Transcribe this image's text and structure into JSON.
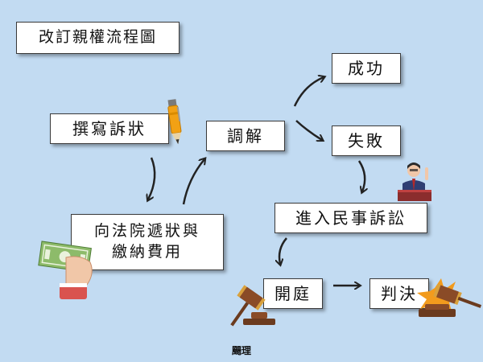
{
  "title": "改訂親權流程圖",
  "nodes": {
    "draft": "撰寫訴狀",
    "mediate": "調解",
    "success": "成功",
    "fail": "失敗",
    "civil": "進入民事訴訟",
    "submit_line1": "向法院遞狀與",
    "submit_line2": "繳納費用",
    "court": "開庭",
    "judgment": "判決"
  },
  "footer": "颺理",
  "colors": {
    "background": "#c2dbf2",
    "box": "#ffffff",
    "arrow": "#222222"
  },
  "icons": [
    "pen-icon",
    "money-hand-icon",
    "speaker-podium-icon",
    "gavel-icon",
    "gavel-judgment-icon"
  ]
}
